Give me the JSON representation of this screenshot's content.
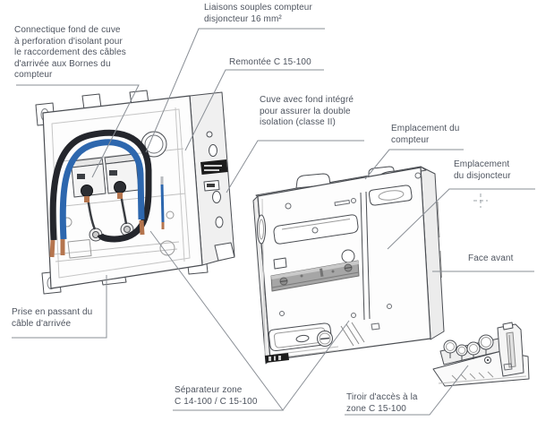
{
  "labels": {
    "connectique": "Connectique fond de cuve\nà perforation d'isolant pour\nle raccordement des câbles\nd'arrivée aux Bornes du\ncompteur",
    "liaisons_souples": "Liaisons souples compteur\ndisjoncteur 16 mm²",
    "remontee": "Remontée C 15-100",
    "cuve": "Cuve avec fond intégré\npour assurer la double\nisolation (classe II)",
    "emplacement_compteur": "Emplacement du\ncompteur",
    "emplacement_disjoncteur": "Emplacement\ndu disjoncteur",
    "face_avant": "Face avant",
    "prise": "Prise en passant du\ncâble d'arrivée",
    "separateur": "Séparateur zone\nC 14-100 / C 15-100",
    "tiroir": "Tiroir d'accès à la\nzone C 15-100"
  },
  "colors": {
    "text": "#4e545f",
    "leader_line": "#8a8f96",
    "line_art": "#4a4d52",
    "cable_dark": "#24262c",
    "cable_blue": "#2d67ae",
    "copper": "#b5754e",
    "din_rail": "#a6a6a6",
    "background": "#ffffff"
  },
  "icons": {
    "crosshair": "registration-mark"
  }
}
